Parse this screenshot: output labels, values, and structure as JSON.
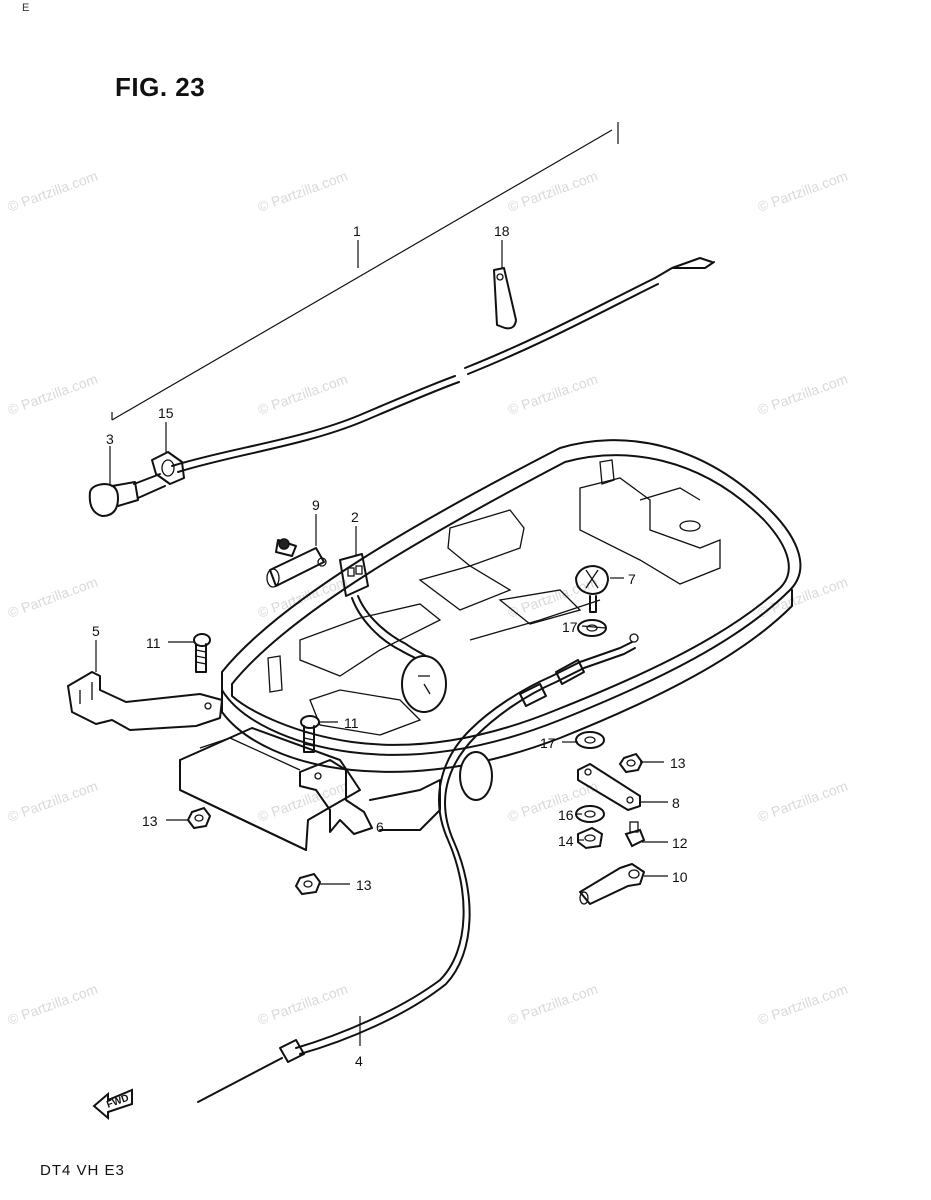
{
  "figure": {
    "title": "FIG. 23",
    "model_code": "DT4 VH E3",
    "corner_mark": "E",
    "watermark": "© Partzilla.com"
  },
  "callouts": [
    {
      "id": "c1",
      "label": "1"
    },
    {
      "id": "c18",
      "label": "18"
    },
    {
      "id": "c15",
      "label": "15"
    },
    {
      "id": "c3",
      "label": "3"
    },
    {
      "id": "c9",
      "label": "9"
    },
    {
      "id": "c2",
      "label": "2"
    },
    {
      "id": "c7",
      "label": "7"
    },
    {
      "id": "c17a",
      "label": "17"
    },
    {
      "id": "c5",
      "label": "5"
    },
    {
      "id": "c11a",
      "label": "11"
    },
    {
      "id": "c11b",
      "label": "11"
    },
    {
      "id": "c17b",
      "label": "17"
    },
    {
      "id": "c13a",
      "label": "13"
    },
    {
      "id": "c8",
      "label": "8"
    },
    {
      "id": "c16",
      "label": "16"
    },
    {
      "id": "c14",
      "label": "14"
    },
    {
      "id": "c12",
      "label": "12"
    },
    {
      "id": "c10",
      "label": "10"
    },
    {
      "id": "c13b",
      "label": "13"
    },
    {
      "id": "c6",
      "label": "6"
    },
    {
      "id": "c13c",
      "label": "13"
    },
    {
      "id": "c4",
      "label": "4"
    }
  ],
  "fwd_marker": {
    "label": "FWD",
    "icon": "arrow-left-icon"
  },
  "colors": {
    "line": "#111111",
    "watermark": "#d9d9d9",
    "background": "#ffffff"
  }
}
